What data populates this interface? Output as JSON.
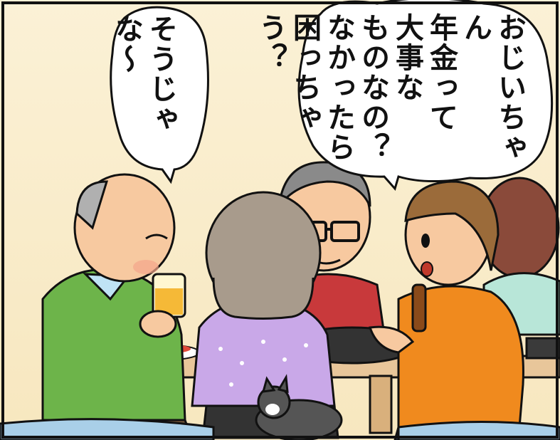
{
  "bubbles": {
    "right": {
      "lines": [
        "おじいちゃん",
        "年金って",
        "大事な",
        "ものなの？",
        "なかったら",
        "困っちゃう？"
      ]
    },
    "left": {
      "lines": [
        "そうじゃな〜"
      ]
    }
  },
  "colors": {
    "background": "#fbf1d6",
    "grandpa_sweater": "#6db44a",
    "grandma_cardigan": "#c9a8e8",
    "father_shirt": "#c8393b",
    "girl_shirt": "#f08a1e",
    "table": "#e8c69a",
    "cushion": "#a9cfe8"
  }
}
